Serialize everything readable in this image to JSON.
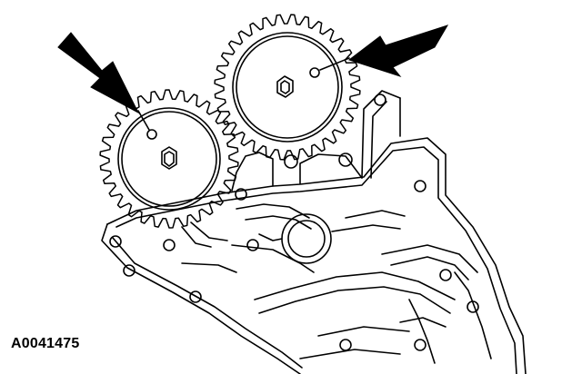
{
  "figure": {
    "id_label": "A0041475",
    "description_items": [
      "left-gear",
      "right-gear",
      "left-arrow",
      "right-arrow",
      "engine-block"
    ]
  },
  "colors": {
    "line": "#000000",
    "background": "#ffffff"
  },
  "icons": {
    "left_arrow": "arrow-pointer-icon",
    "right_arrow": "arrow-pointer-icon"
  }
}
